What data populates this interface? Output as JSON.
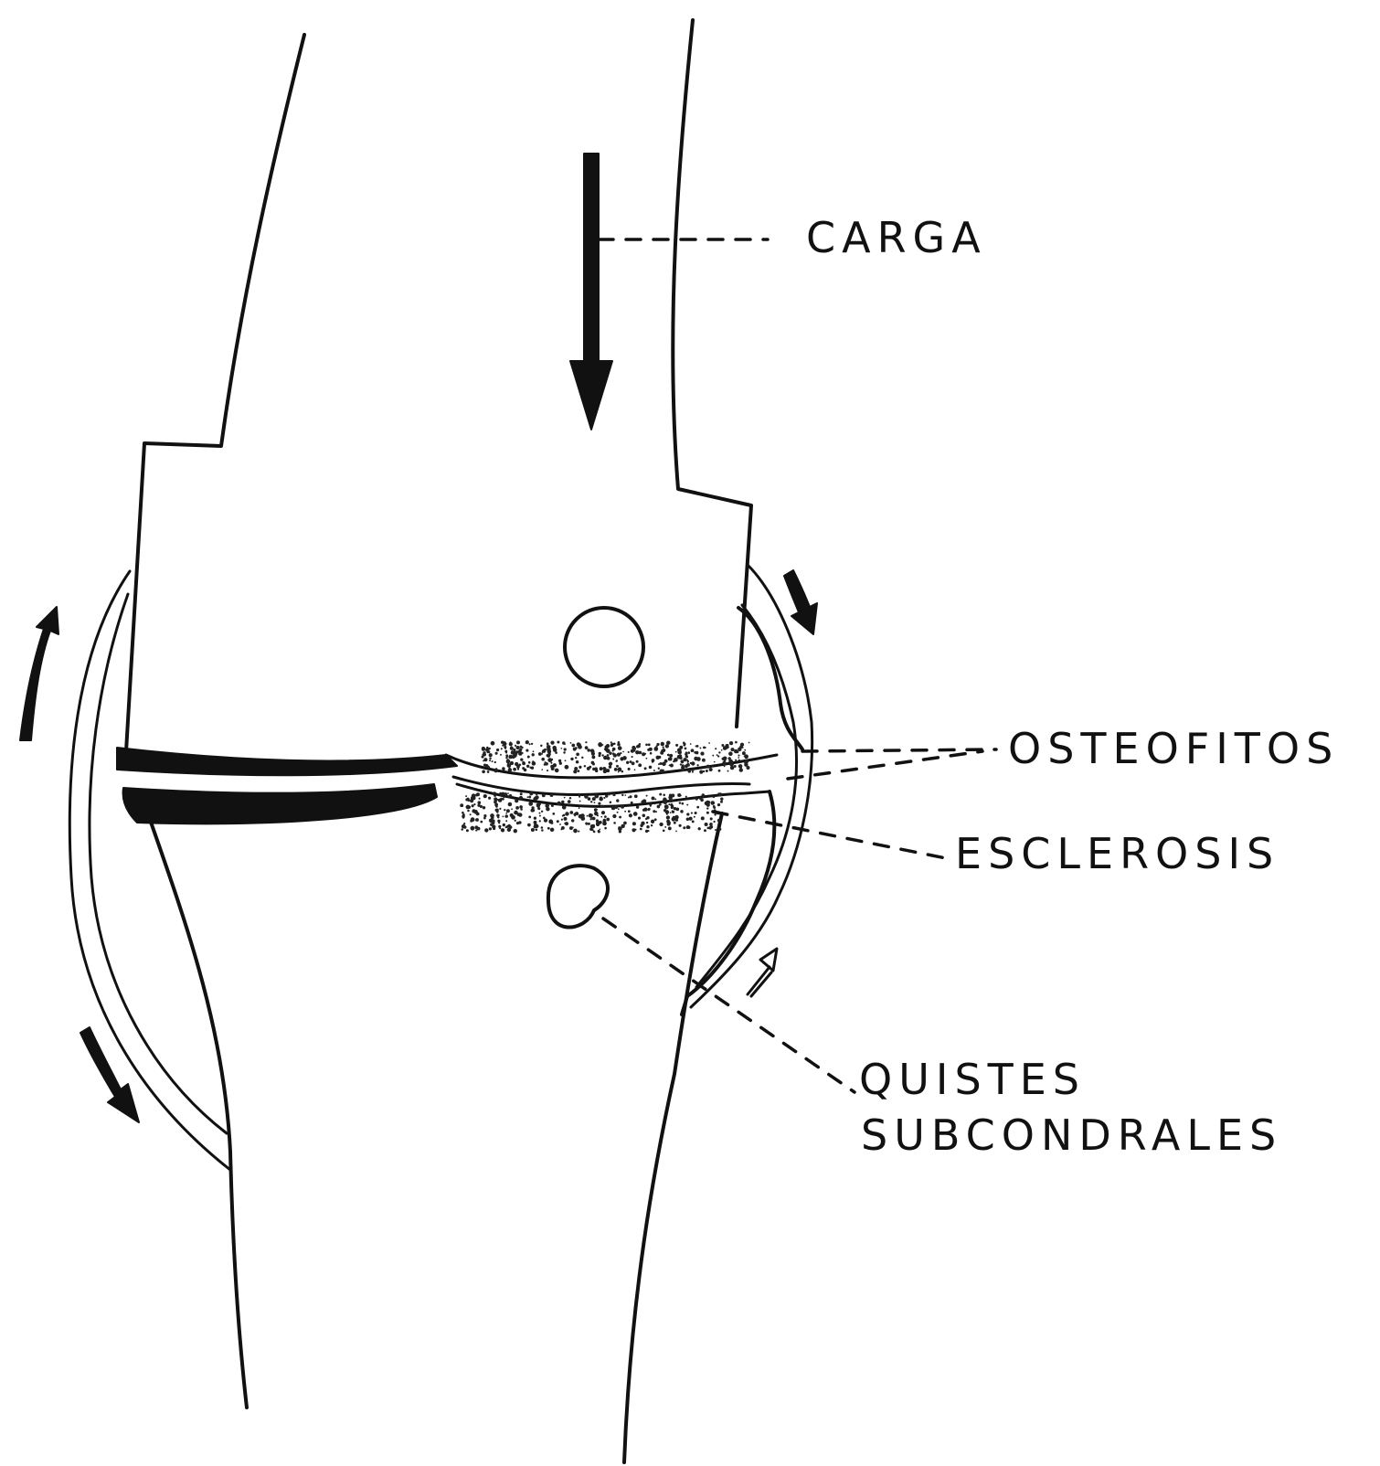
{
  "labels": {
    "carga": "CARGA",
    "osteofitos": "OSTEOFITOS",
    "esclerosis": "ESCLEROSIS",
    "quistes_line1": "QUISTES",
    "quistes_line2": "SUBCONDRALES"
  },
  "colors": {
    "ink": "#111111",
    "paper": "#ffffff"
  }
}
